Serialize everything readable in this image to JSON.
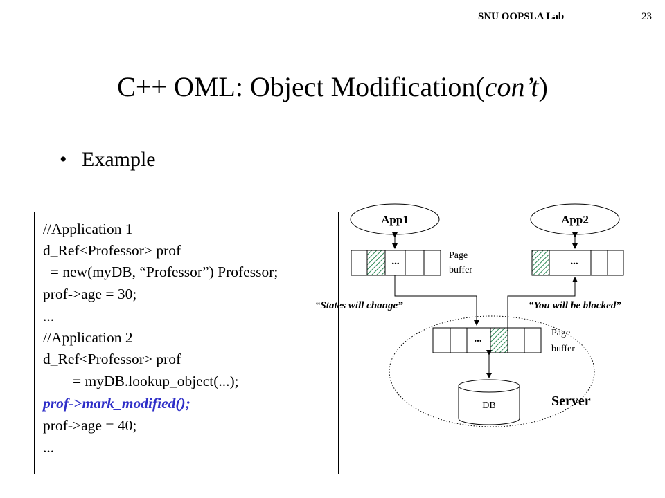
{
  "header": {
    "lab": "SNU OOPSLA Lab",
    "page_number": "23"
  },
  "title": {
    "main": "C++ OML: Object Modification(",
    "italic": "con’t",
    "close": ")"
  },
  "bullet": {
    "symbol": "•",
    "text": "Example"
  },
  "code": {
    "lines": [
      "//Application 1",
      "d_Ref<Professor> prof",
      "  = new(myDB, “Professor”) Professor;",
      "prof->age = 30;",
      "...",
      "//Application 2",
      "d_Ref<Professor> prof",
      "        = myDB.lookup_object(...);",
      "prof->mark_modified();",
      "prof->age = 40;",
      "..."
    ],
    "highlight_color": "#2f2fc8"
  },
  "diagram": {
    "app1": "App1",
    "app2": "App2",
    "page_buffer_line1": "Page",
    "page_buffer_line2": "buffer",
    "ellipsis": "...",
    "states_will_change": "“States will change”",
    "you_will_be_blocked": "“You will be blocked”",
    "db": "DB",
    "server": "Server",
    "hatch_color": "#2e8b57"
  }
}
